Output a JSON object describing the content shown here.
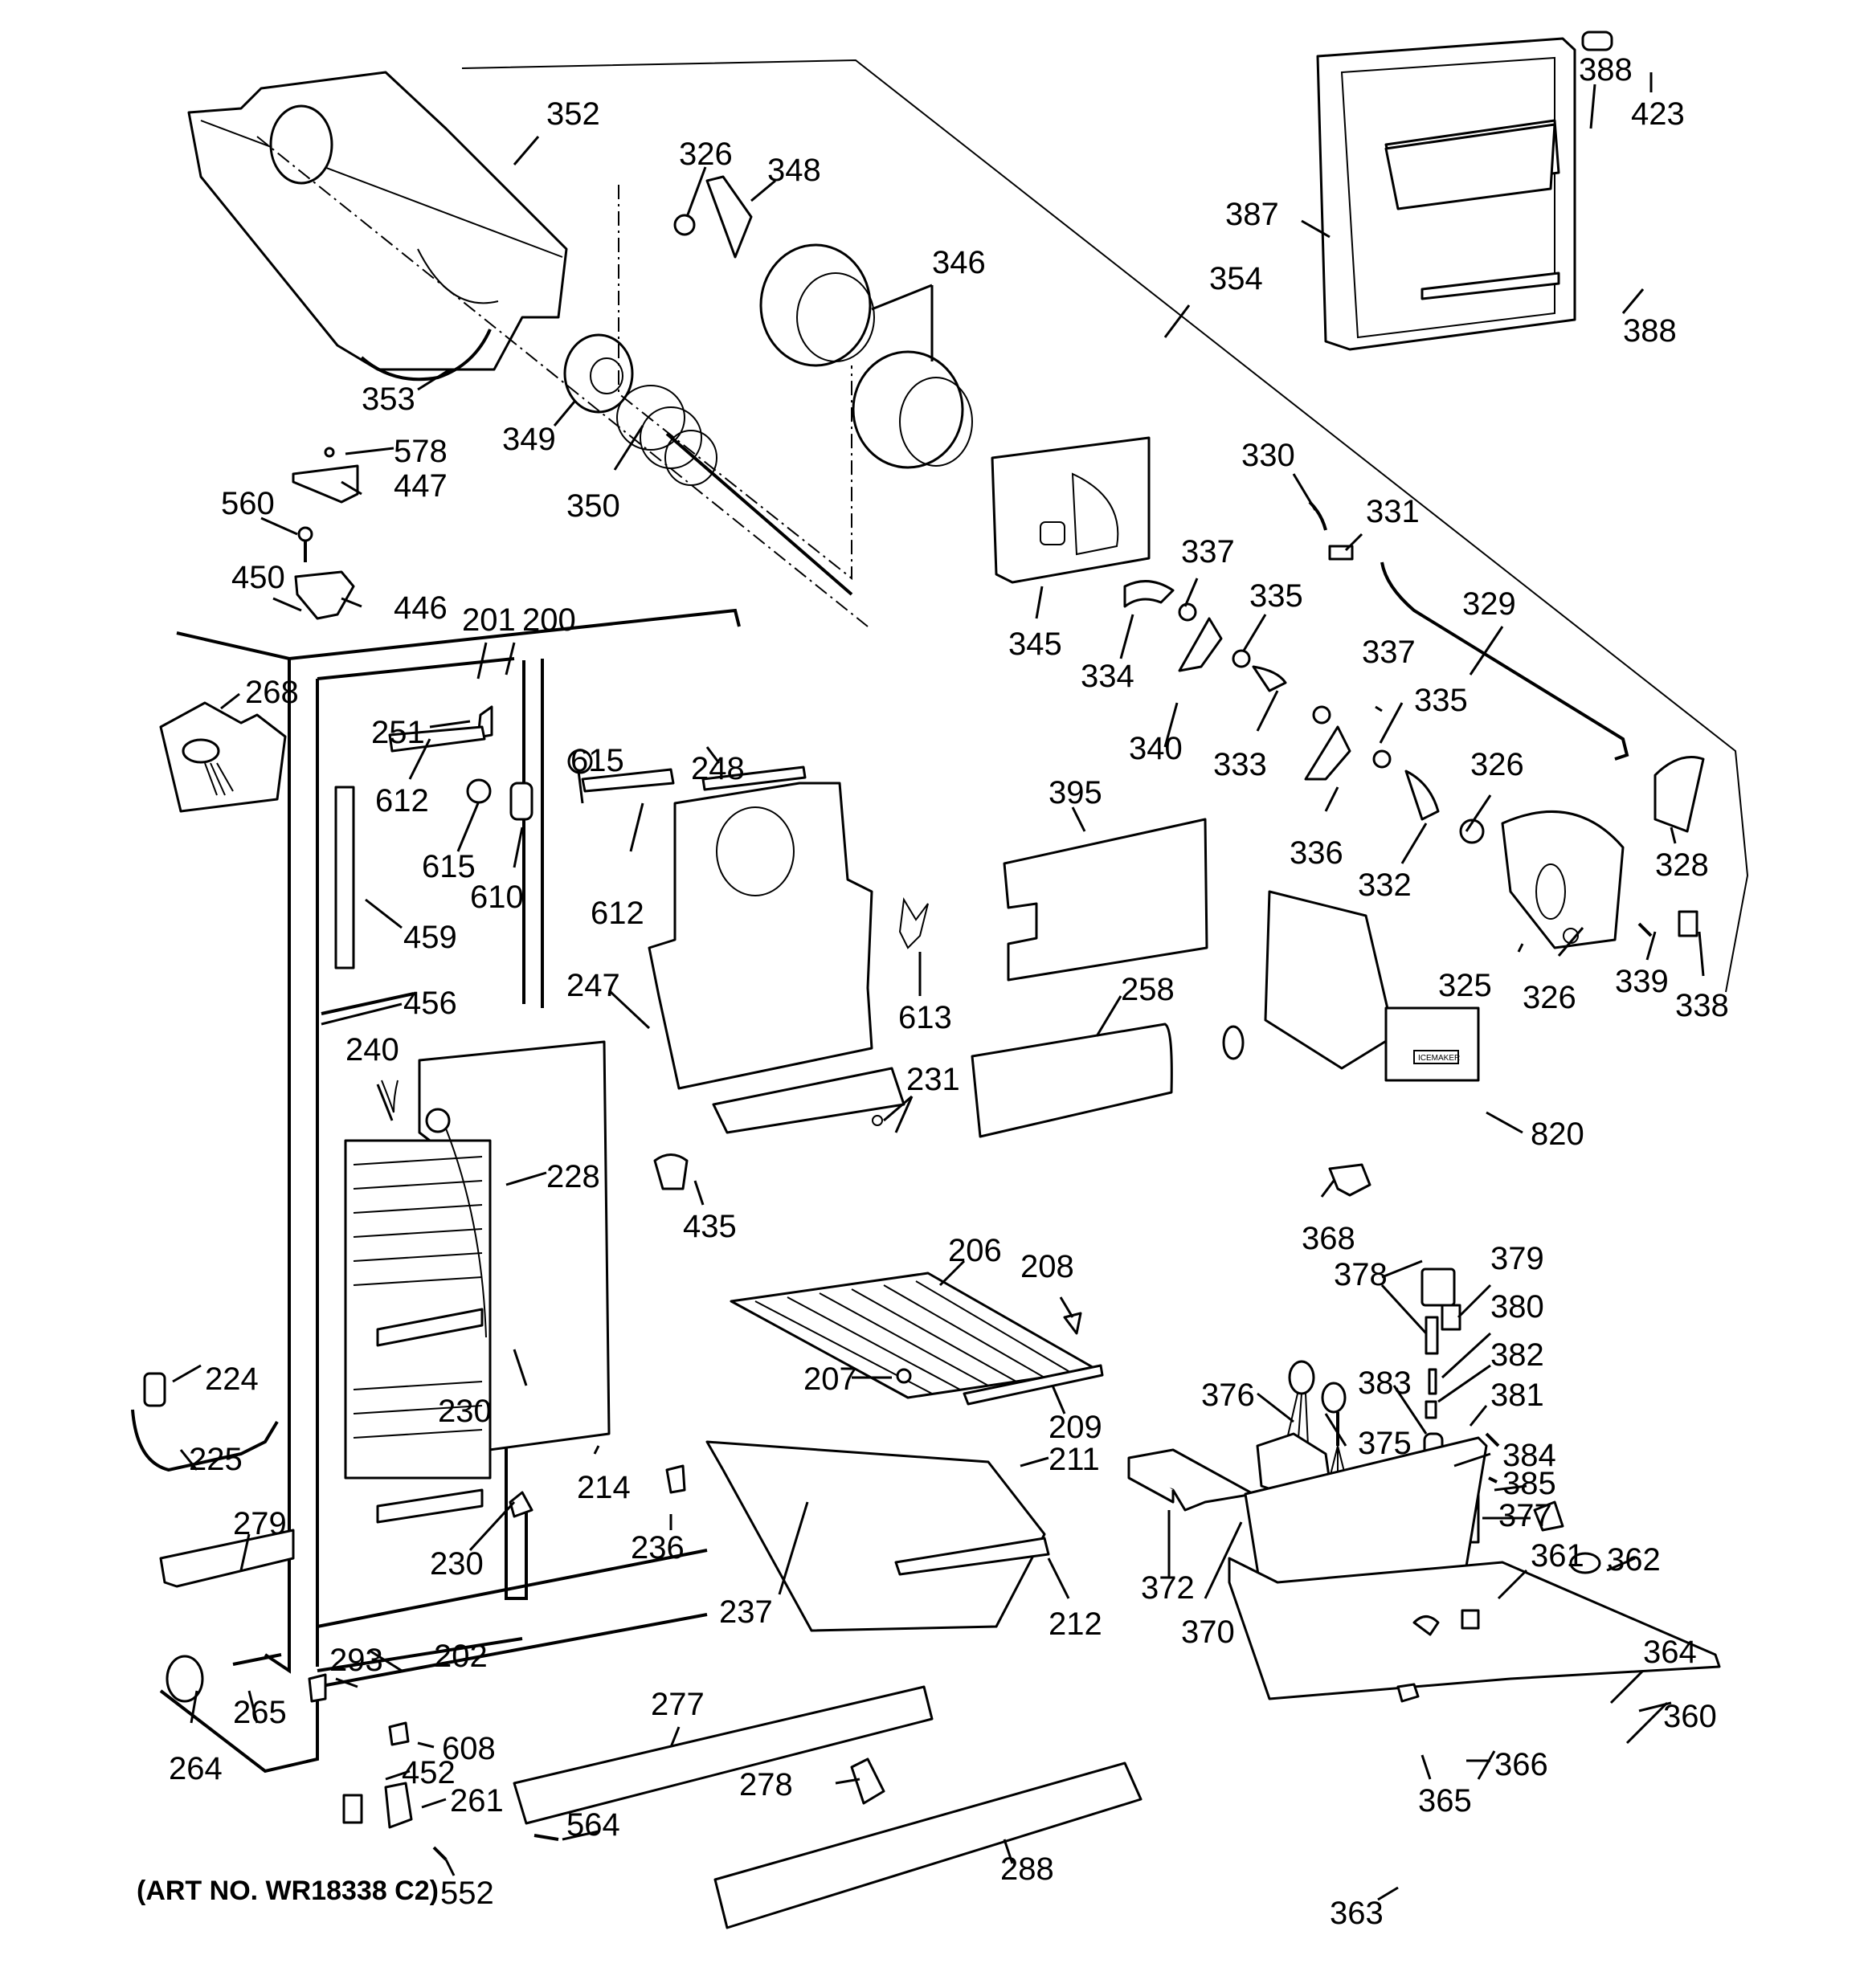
{
  "diagram": {
    "type": "exploded-parts-diagram",
    "subject": "Refrigerator freezer section and ice maker assembly",
    "art_number": "(ART NO. WR18338 C2)",
    "ice_maker_label": "ICEMAKER",
    "callouts": [
      {
        "id": "c352",
        "label": "352"
      },
      {
        "id": "c326a",
        "label": "326"
      },
      {
        "id": "c348",
        "label": "348"
      },
      {
        "id": "c346",
        "label": "346"
      },
      {
        "id": "c353",
        "label": "353"
      },
      {
        "id": "c349",
        "label": "349"
      },
      {
        "id": "c350",
        "label": "350"
      },
      {
        "id": "c578",
        "label": "578"
      },
      {
        "id": "c447",
        "label": "447"
      },
      {
        "id": "c560",
        "label": "560"
      },
      {
        "id": "c450",
        "label": "450"
      },
      {
        "id": "c446",
        "label": "446"
      },
      {
        "id": "c201",
        "label": "201"
      },
      {
        "id": "c200",
        "label": "200"
      },
      {
        "id": "c388a",
        "label": "388"
      },
      {
        "id": "c423",
        "label": "423"
      },
      {
        "id": "c387",
        "label": "387"
      },
      {
        "id": "c354",
        "label": "354"
      },
      {
        "id": "c388b",
        "label": "388"
      },
      {
        "id": "c330",
        "label": "330"
      },
      {
        "id": "c331",
        "label": "331"
      },
      {
        "id": "c345",
        "label": "345"
      },
      {
        "id": "c337a",
        "label": "337"
      },
      {
        "id": "c335a",
        "label": "335"
      },
      {
        "id": "c329",
        "label": "329"
      },
      {
        "id": "c334",
        "label": "334"
      },
      {
        "id": "c340",
        "label": "340"
      },
      {
        "id": "c333",
        "label": "333"
      },
      {
        "id": "c337b",
        "label": "337"
      },
      {
        "id": "c335b",
        "label": "335"
      },
      {
        "id": "c336",
        "label": "336"
      },
      {
        "id": "c332",
        "label": "332"
      },
      {
        "id": "c326b",
        "label": "326"
      },
      {
        "id": "c328",
        "label": "328"
      },
      {
        "id": "c325",
        "label": "325"
      },
      {
        "id": "c326c",
        "label": "326"
      },
      {
        "id": "c339",
        "label": "339"
      },
      {
        "id": "c338",
        "label": "338"
      },
      {
        "id": "c268",
        "label": "268"
      },
      {
        "id": "c251",
        "label": "251"
      },
      {
        "id": "c612a",
        "label": "612"
      },
      {
        "id": "c615a",
        "label": "615"
      },
      {
        "id": "c615b",
        "label": "615"
      },
      {
        "id": "c610",
        "label": "610"
      },
      {
        "id": "c612b",
        "label": "612"
      },
      {
        "id": "c248",
        "label": "248"
      },
      {
        "id": "c395",
        "label": "395"
      },
      {
        "id": "c459",
        "label": "459"
      },
      {
        "id": "c456",
        "label": "456"
      },
      {
        "id": "c247",
        "label": "247"
      },
      {
        "id": "c613",
        "label": "613"
      },
      {
        "id": "c258",
        "label": "258"
      },
      {
        "id": "c240",
        "label": "240"
      },
      {
        "id": "c228",
        "label": "228"
      },
      {
        "id": "c231",
        "label": "231"
      },
      {
        "id": "c820",
        "label": "820"
      },
      {
        "id": "c435",
        "label": "435"
      },
      {
        "id": "c368",
        "label": "368"
      },
      {
        "id": "c206",
        "label": "206"
      },
      {
        "id": "c208",
        "label": "208"
      },
      {
        "id": "c378",
        "label": "378"
      },
      {
        "id": "c379",
        "label": "379"
      },
      {
        "id": "c380",
        "label": "380"
      },
      {
        "id": "c224",
        "label": "224"
      },
      {
        "id": "c207",
        "label": "207"
      },
      {
        "id": "c382",
        "label": "382"
      },
      {
        "id": "c376",
        "label": "376"
      },
      {
        "id": "c383",
        "label": "383"
      },
      {
        "id": "c381",
        "label": "381"
      },
      {
        "id": "c230a",
        "label": "230"
      },
      {
        "id": "c209",
        "label": "209"
      },
      {
        "id": "c375",
        "label": "375"
      },
      {
        "id": "c225",
        "label": "225"
      },
      {
        "id": "c211",
        "label": "211"
      },
      {
        "id": "c384",
        "label": "384"
      },
      {
        "id": "c385",
        "label": "385"
      },
      {
        "id": "c214",
        "label": "214"
      },
      {
        "id": "c279",
        "label": "279"
      },
      {
        "id": "c377",
        "label": "377"
      },
      {
        "id": "c236",
        "label": "236"
      },
      {
        "id": "c230b",
        "label": "230"
      },
      {
        "id": "c361",
        "label": "361"
      },
      {
        "id": "c362",
        "label": "362"
      },
      {
        "id": "c372",
        "label": "372"
      },
      {
        "id": "c237",
        "label": "237"
      },
      {
        "id": "c212",
        "label": "212"
      },
      {
        "id": "c370",
        "label": "370"
      },
      {
        "id": "c202",
        "label": "202"
      },
      {
        "id": "c293",
        "label": "293"
      },
      {
        "id": "c364",
        "label": "364"
      },
      {
        "id": "c265",
        "label": "265"
      },
      {
        "id": "c277",
        "label": "277"
      },
      {
        "id": "c360",
        "label": "360"
      },
      {
        "id": "c608",
        "label": "608"
      },
      {
        "id": "c264",
        "label": "264"
      },
      {
        "id": "c452",
        "label": "452"
      },
      {
        "id": "c278",
        "label": "278"
      },
      {
        "id": "c261",
        "label": "261"
      },
      {
        "id": "c366",
        "label": "366"
      },
      {
        "id": "c564",
        "label": "564"
      },
      {
        "id": "c365",
        "label": "365"
      },
      {
        "id": "c288",
        "label": "288"
      },
      {
        "id": "c552",
        "label": "552"
      },
      {
        "id": "c363",
        "label": "363"
      }
    ]
  }
}
